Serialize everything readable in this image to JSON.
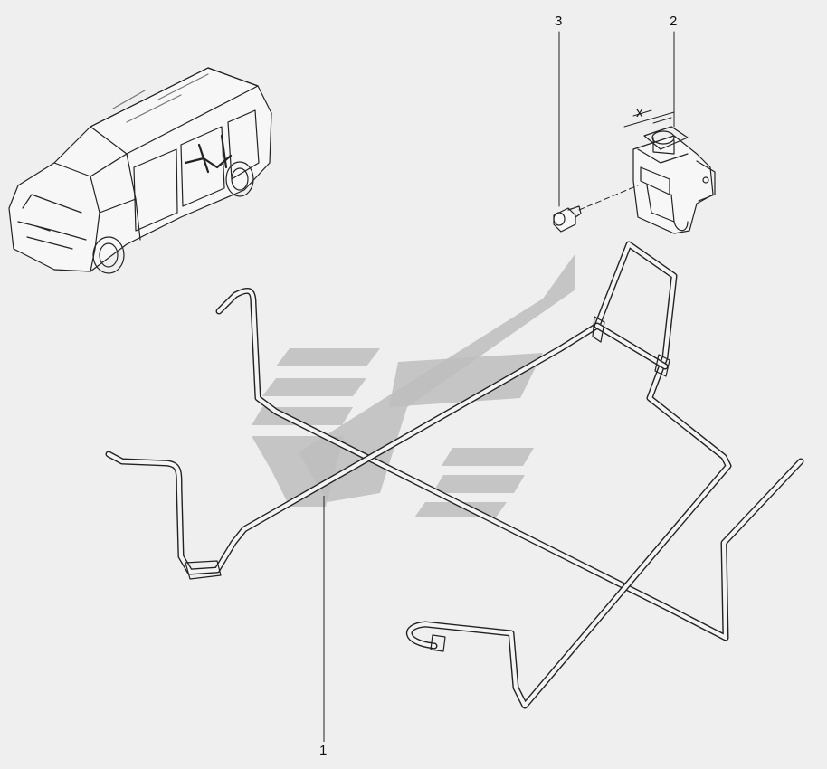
{
  "callouts": {
    "part1": "1",
    "part2": "2",
    "part3": "3"
  },
  "dimension_mark": "x",
  "colors": {
    "background": "#efefef",
    "line": "#222222",
    "watermark": "#bdbdbd"
  },
  "icons": [
    "vehicle-locator-icon",
    "watermark-logo-icon"
  ]
}
